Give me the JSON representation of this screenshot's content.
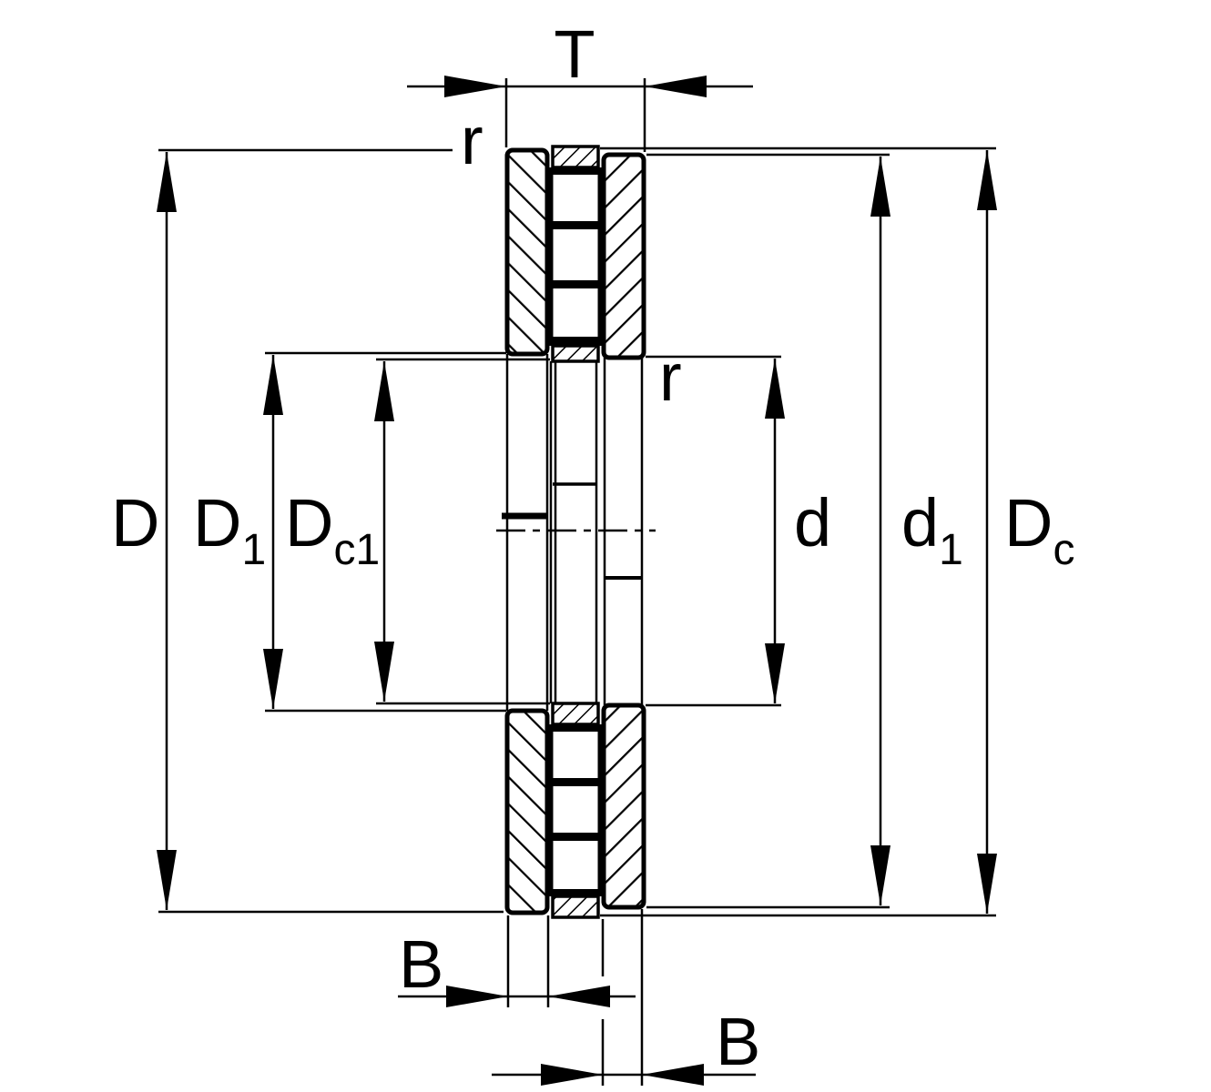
{
  "drawing": {
    "background": "#ffffff",
    "line_color": "#000000",
    "description": "Axial cylindrical roller bearing cross-section dimension drawing"
  },
  "labels": {
    "T": "T",
    "r_top": "r",
    "r_inner": "r",
    "D": "D",
    "D1": {
      "main": "D",
      "sub": "1"
    },
    "Dc1": {
      "main": "D",
      "sub": "c1"
    },
    "d": "d",
    "d1": {
      "main": "d",
      "sub": "1"
    },
    "Dc": {
      "main": "D",
      "sub": "c"
    },
    "B_left": "B",
    "B_right": "B"
  }
}
